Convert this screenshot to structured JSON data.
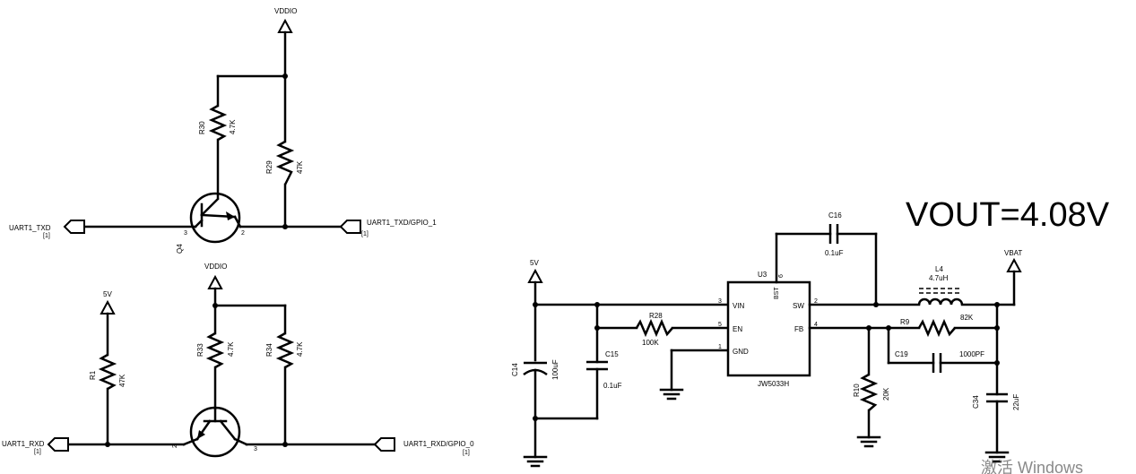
{
  "top_circuit": {
    "rail": "VDDIO",
    "r30": {
      "ref": "R30",
      "value": "4.7K"
    },
    "r29": {
      "ref": "R29",
      "value": "47K"
    },
    "q4": {
      "ref": "Q4",
      "pin3": "3",
      "pin2": "2"
    },
    "port_left": {
      "name": "UART1_TXD",
      "sheet": "[1]"
    },
    "port_right": {
      "name": "UART1_TXD/GPIO_1",
      "sheet": "[1]"
    }
  },
  "bottom_circuit": {
    "rail": "VDDIO",
    "rail_5v": "5V",
    "r1": {
      "ref": "R1",
      "value": "47K"
    },
    "r33": {
      "ref": "R33",
      "value": "4.7K"
    },
    "r34": {
      "ref": "R34",
      "value": "4.7K"
    },
    "q": {
      "pin2": "2",
      "pin3": "3"
    },
    "port_left": {
      "name": "UART1_RXD",
      "sheet": "[1]"
    },
    "port_right": {
      "name": "UART1_RXD/GPIO_0",
      "sheet": "[1]"
    }
  },
  "regulator": {
    "vout": "VOUT=4.08V",
    "rail_in": "5V",
    "rail_out": "VBAT",
    "ic": {
      "ref": "U3",
      "part": "JW5033H",
      "pins": {
        "vin": "VIN",
        "en": "EN",
        "gnd": "GND",
        "sw": "SW",
        "fb": "FB",
        "bst": "BST"
      },
      "pin_nums": {
        "vin": "3",
        "en": "5",
        "gnd": "1",
        "sw": "2",
        "fb": "4",
        "bst": "6"
      }
    },
    "c14": {
      "ref": "C14",
      "value": "100uF"
    },
    "c15": {
      "ref": "C15",
      "value": "0.1uF"
    },
    "r28": {
      "ref": "R28",
      "value": "100K"
    },
    "c16": {
      "ref": "C16",
      "value": "0.1uF"
    },
    "l4": {
      "ref": "L4",
      "value": "4.7uH"
    },
    "r9": {
      "ref": "R9",
      "value": "82K"
    },
    "c19": {
      "ref": "C19",
      "value": "1000PF"
    },
    "r10": {
      "ref": "R10",
      "value": "20K"
    },
    "c34": {
      "ref": "C34",
      "value": "22uF"
    }
  },
  "watermark": "激活 Windows"
}
